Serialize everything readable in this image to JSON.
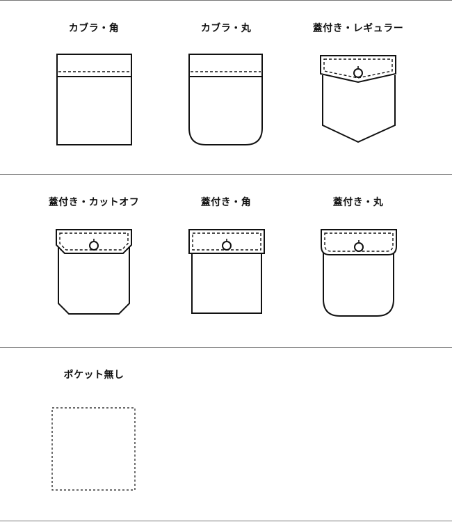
{
  "rows": [
    {
      "cells": [
        {
          "label": "カブラ・角"
        },
        {
          "label": "カブラ・丸"
        },
        {
          "label": "蓋付き・レギュラー"
        }
      ]
    },
    {
      "cells": [
        {
          "label": "蓋付き・カットオフ"
        },
        {
          "label": "蓋付き・角"
        },
        {
          "label": "蓋付き・丸"
        }
      ]
    },
    {
      "cells": [
        {
          "label": "ポケット無し"
        }
      ]
    }
  ]
}
